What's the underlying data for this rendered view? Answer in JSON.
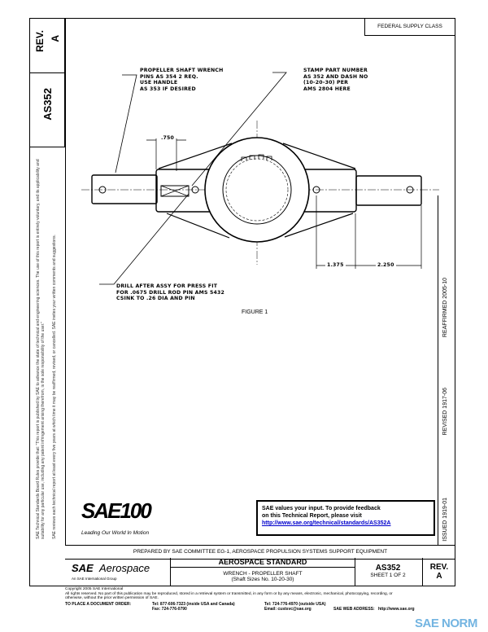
{
  "side_notice": {
    "line1": "SAE Technical Standards Board Rules provide that: \"This report is published by SAE to advance the state of technical and engineering sciences. The use of this report is entirely voluntary, and its applicability and suitability for any particular use, including any patent infringement arising therefrom, is the sole responsibility of the user.\"",
    "line2": "SAE reviews each technical report at least every five years at which time it may be reaffirmed, revised, or cancelled. SAE invites your written comments and suggestions."
  },
  "left_strip": {
    "rev_label": "REV.",
    "rev_value": "A",
    "doc_number": "AS352"
  },
  "federal_supply_class": "FEDERAL SUPPLY CLASS",
  "drawing": {
    "note_wrench": [
      "PROPELLER SHAFT WRENCH",
      "PINS AS 354  2 REQ.",
      "USE HANDLE",
      "AS 353 IF DESIRED"
    ],
    "note_stamp": [
      "STAMP PART NUMBER",
      "AS 352  AND DASH NO",
      "(10-20-30) PER",
      "AMS 2804 HERE"
    ],
    "note_drill": [
      "DRILL AFTER ASSY  FOR PRESS FIT",
      "FOR .0675 DRILL ROD PIN  AMS 5432",
      "CSINK TO .26 DIA AND  PIN"
    ],
    "dim_750": ".750",
    "dim_1375": "1.375",
    "dim_2250": "2.250",
    "figure_caption": "FIGURE 1"
  },
  "right_strip": {
    "issued": "ISSUED 1919-01",
    "revised": "REVISED 1917-06",
    "reaffirmed": "REAFFIRMED 2005-10"
  },
  "sae100": {
    "logo_text": "SAE100",
    "tagline": "Leading Our World In Motion"
  },
  "feedback": {
    "line1": "SAE values your input. To provide feedback",
    "line2": "on this Technical Report, please visit",
    "link": "http://www.sae.org/technical/standards/AS352A",
    "link_color": "#0000cc"
  },
  "title_block": {
    "prepared_by": "PREPARED BY SAE COMMITTEE EG-1, AEROSPACE PROPULSION SYSTEMS SUPPORT EQUIPMENT",
    "logo_sae": "SAE",
    "logo_aero": "Aerospace",
    "logo_sub": "An SAE International Group",
    "standard": "AEROSPACE STANDARD",
    "title": "WRENCH - PROPELLER SHAFT",
    "subtitle": "(Shaft Sizes No. 10-20-30)",
    "number": "AS352",
    "sheet": "SHEET 1 OF 2",
    "rev_label": "REV.",
    "rev_value": "A"
  },
  "footer": {
    "copyright": "Copyright 2005 SAE International",
    "rights": "All rights reserved. No part of this publication may be reproduced, stored in a retrieval system or transmitted, in any form or by any means, electronic, mechanical, photocopying, recording, or",
    "rights2": "otherwise, without the prior written permission of SAE.",
    "order_label": "TO PLACE A DOCUMENT ORDER:",
    "tel1": "Tel:   877-606-7323 (inside USA and Canada)",
    "fax": "Fax:  724-776-0790",
    "tel2": "Tel:   724-776-4970 (outside USA)",
    "email": "Email:  custsvc@sae.org",
    "web_label": "SAE WEB ADDRESS:",
    "web": "http://www.sae.org"
  },
  "watermark": {
    "text": "SAE NORM",
    "color": "#5ba8dc"
  }
}
